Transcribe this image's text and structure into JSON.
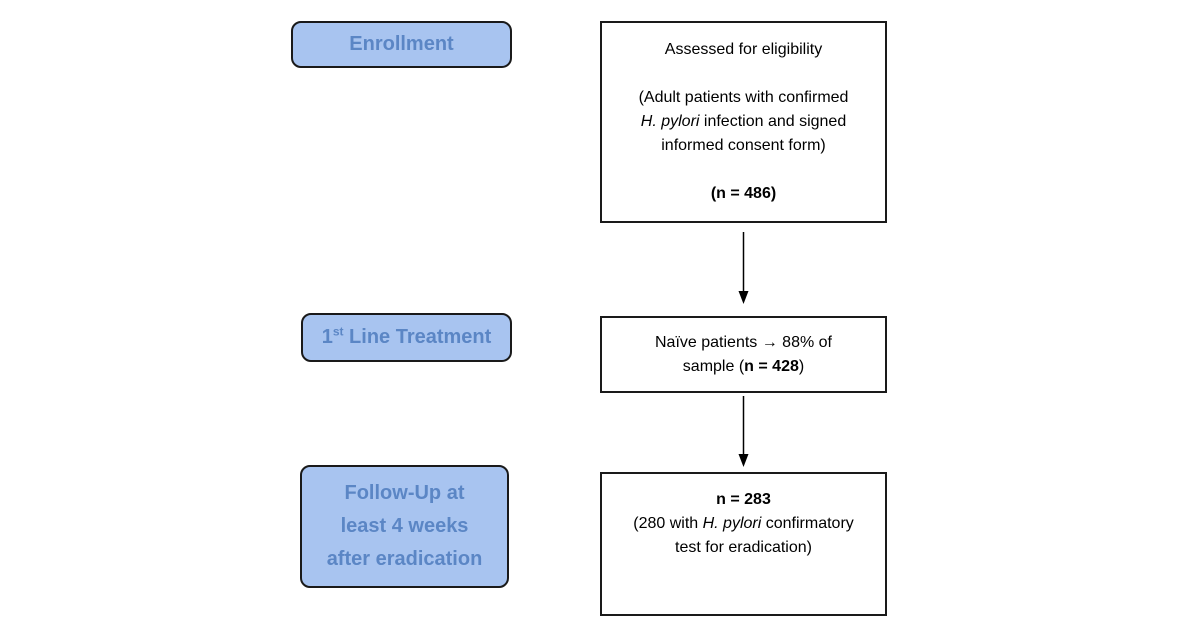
{
  "palette": {
    "stage_fill": "#a8c4f0",
    "stage_text": "#5b86c5",
    "border": "#1a1a1a",
    "box_bg": "#ffffff",
    "box_text": "#000000"
  },
  "stages": {
    "enrollment": {
      "label": "Enrollment"
    },
    "treatment": {
      "num": "1",
      "ordinal": "st",
      "rest": " Line Treatment"
    },
    "followup": {
      "line1": "Follow-Up at",
      "line2": "least 4 weeks",
      "line3": "after eradication"
    }
  },
  "boxes": {
    "eligibility": {
      "title": "Assessed for eligibility",
      "line1": "(Adult patients with confirmed",
      "line2_italic": "H. pylori",
      "line2_rest": " infection and signed",
      "line3": "informed consent form)",
      "count": "(n = 486)"
    },
    "naive": {
      "line1": "Naïve patients → 88% of",
      "line2_pre": "sample (",
      "line2_bold": "n = 428",
      "line2_post": ")"
    },
    "confirmatory": {
      "count": "n = 283",
      "line2_pre": "(280 with ",
      "line2_italic": "H. pylori",
      "line2_post": " confirmatory",
      "line3": "test for eradication)"
    }
  },
  "icons": {
    "arrow_down": "▼"
  }
}
